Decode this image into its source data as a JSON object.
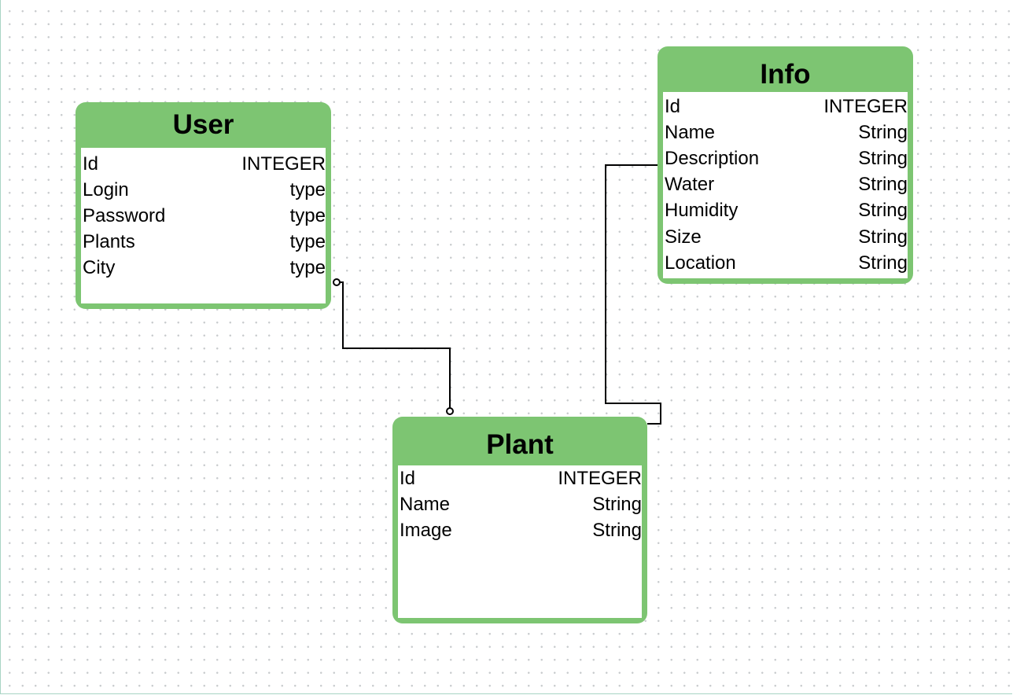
{
  "colors": {
    "header": "#7dc572",
    "body": "#ffffff",
    "line": "#000000",
    "grid_dot": "#c9ccce"
  },
  "entities": {
    "user": {
      "title": "User",
      "fields": [
        {
          "name": "Id",
          "type": "INTEGER"
        },
        {
          "name": "Login",
          "type": "type"
        },
        {
          "name": "Password",
          "type": "type"
        },
        {
          "name": "Plants",
          "type": "type"
        },
        {
          "name": "City",
          "type": "type"
        }
      ]
    },
    "info": {
      "title": "Info",
      "fields": [
        {
          "name": "Id",
          "type": "INTEGER"
        },
        {
          "name": "Name",
          "type": "String"
        },
        {
          "name": "Description",
          "type": "String"
        },
        {
          "name": "Water",
          "type": "String"
        },
        {
          "name": "Humidity",
          "type": "String"
        },
        {
          "name": "Size",
          "type": "String"
        },
        {
          "name": "Location",
          "type": "String"
        }
      ]
    },
    "plant": {
      "title": "Plant",
      "fields": [
        {
          "name": "Id",
          "type": "INTEGER"
        },
        {
          "name": "Name",
          "type": "String"
        },
        {
          "name": "Image",
          "type": "String"
        }
      ]
    }
  }
}
